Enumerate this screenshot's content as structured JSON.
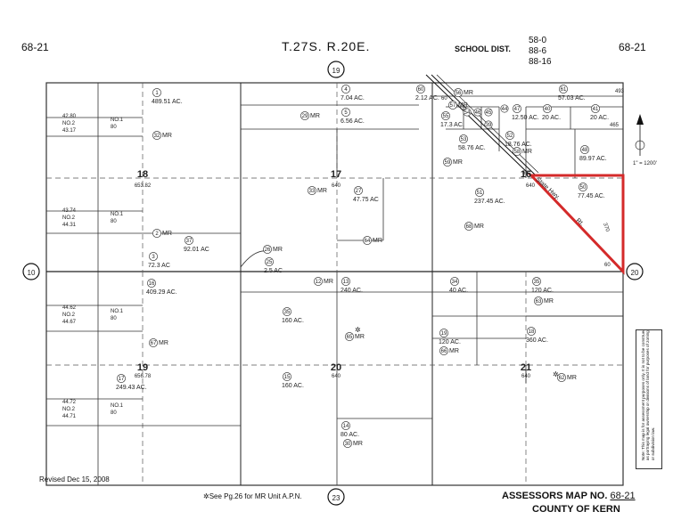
{
  "header": {
    "left_map_no": "68-21",
    "township_range": "T.27S. R.20E.",
    "school_dist_label": "SCHOOL DIST.",
    "school_dist_values": [
      "58-0",
      "88-6",
      "88-16"
    ],
    "right_map_no": "68-21"
  },
  "range_markers": {
    "top": "19",
    "left": "10",
    "right": "20",
    "bottom": "23"
  },
  "sections": [
    {
      "num": "18",
      "sub": "653.82"
    },
    {
      "num": "17",
      "sub": "640"
    },
    {
      "num": "16",
      "sub": "640"
    },
    {
      "num": "19",
      "sub": "656.78"
    },
    {
      "num": "20",
      "sub": "640"
    },
    {
      "num": "21",
      "sub": "640"
    }
  ],
  "parcels": [
    {
      "id": "1",
      "area": "489.51 AC."
    },
    {
      "id": "32",
      "area": "MR"
    },
    {
      "id": "2",
      "area": "MR"
    },
    {
      "id": "37",
      "area": "92.01 AC"
    },
    {
      "id": "3",
      "area": "72.3 AC"
    },
    {
      "id": "16",
      "area": "409.29 AC."
    },
    {
      "id": "67",
      "area": "MR"
    },
    {
      "id": "17",
      "area": "249.43 AC."
    },
    {
      "id": "4",
      "area": "7.04 AC."
    },
    {
      "id": "29",
      "area": "MR"
    },
    {
      "id": "5",
      "area": "6.56 AC."
    },
    {
      "id": "33",
      "area": "MR"
    },
    {
      "id": "27",
      "area": "47.75 AC"
    },
    {
      "id": "64",
      "area": "MR"
    },
    {
      "id": "26",
      "area": "MR"
    },
    {
      "id": "25",
      "area": "2.5 AC"
    },
    {
      "id": "12",
      "area": "MR"
    },
    {
      "id": "13",
      "area": "240 AC."
    },
    {
      "id": "35",
      "area": "160 AC."
    },
    {
      "id": "65",
      "area": "MR"
    },
    {
      "id": "15",
      "area": "160 AC."
    },
    {
      "id": "14",
      "area": "80 AC."
    },
    {
      "id": "30",
      "area": "MR"
    },
    {
      "id": "60",
      "area": "2.12 AC."
    },
    {
      "id": "56",
      "area": "MR"
    },
    {
      "id": "57",
      "area": "MR"
    },
    {
      "id": "55",
      "area": "17.3 AC."
    },
    {
      "id": "53",
      "area": "58.76 AC."
    },
    {
      "id": "52",
      "area": "18.76 AC."
    },
    {
      "id": "58",
      "area": "MR"
    },
    {
      "id": "59",
      "area": "MR"
    },
    {
      "id": "61",
      "area": "57.03 AC."
    },
    {
      "id": "40",
      "area": "20 AC."
    },
    {
      "id": "41",
      "area": "20 AC."
    },
    {
      "id": "47",
      "area": "12.50 AC."
    },
    {
      "id": "48",
      "area": "89.97 AC."
    },
    {
      "id": "50",
      "area": "77.45 AC."
    },
    {
      "id": "51",
      "area": "237.45 AC."
    },
    {
      "id": "68",
      "area": "MR"
    },
    {
      "id": "34",
      "area": "40 AC."
    },
    {
      "id": "35",
      "area": "120 AC."
    },
    {
      "id": "63",
      "area": "MR"
    },
    {
      "id": "19",
      "area": "120 AC."
    },
    {
      "id": "66",
      "area": "MR"
    },
    {
      "id": "18",
      "area": "360 AC."
    },
    {
      "id": "62",
      "area": "MR"
    }
  ],
  "small_parcels": [
    "54",
    "46",
    "45",
    "39",
    "44"
  ],
  "lot_notes": [
    {
      "top": "42.80",
      "mid": "NO.2",
      "bot": "43.17",
      "lot": "NO.1",
      "lotval": "80"
    },
    {
      "top": "43.74",
      "mid": "NO.2",
      "bot": "44.31",
      "lot": "NO.1",
      "lotval": "80"
    },
    {
      "top": "44.62",
      "mid": "NO.2",
      "bot": "44.67",
      "lot": "NO.1",
      "lotval": "80"
    },
    {
      "top": "44.72",
      "mid": "NO.2",
      "bot": "44.71",
      "lot": "NO.1",
      "lotval": "80"
    }
  ],
  "road_label_1": "State Hwy.",
  "road_label_2": "Rt.",
  "edge_numbers": [
    "60",
    "493",
    "465",
    "60",
    "370",
    "60"
  ],
  "scale": "1\" = 1200'",
  "highlight_color": "#d42a2a",
  "footer": {
    "revised": "Revised Dec 15, 2008",
    "mr_note": "✲See Pg.26 for MR Unit A.P.N.",
    "assessor_label": "ASSESSORS MAP NO.",
    "assessor_no": "68-21",
    "county": "COUNTY OF KERN"
  },
  "side_note": "Note: This map is for assessment purposes only. It is not to be construed as portraying legal ownership or divisions of land for purposes of zoning or subdivision law."
}
